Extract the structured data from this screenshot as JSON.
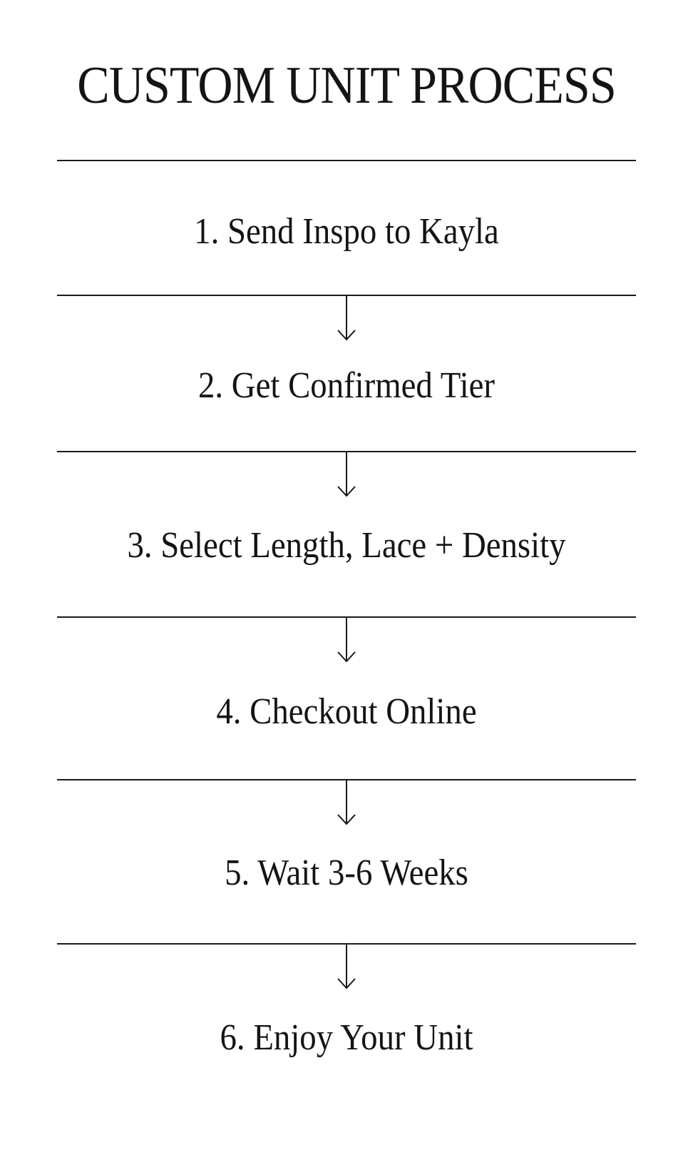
{
  "title": "CUSTOM UNIT PROCESS",
  "steps": [
    "1. Send Inspo to Kayla",
    "2. Get Confirmed Tier",
    "3. Select Length, Lace + Density",
    "4. Checkout Online",
    "5. Wait 3-6 Weeks",
    "6. Enjoy Your Unit"
  ],
  "icons": {
    "connector": "arrow-down-icon"
  },
  "colors": {
    "background": "#ffffff",
    "ink": "#141414"
  }
}
